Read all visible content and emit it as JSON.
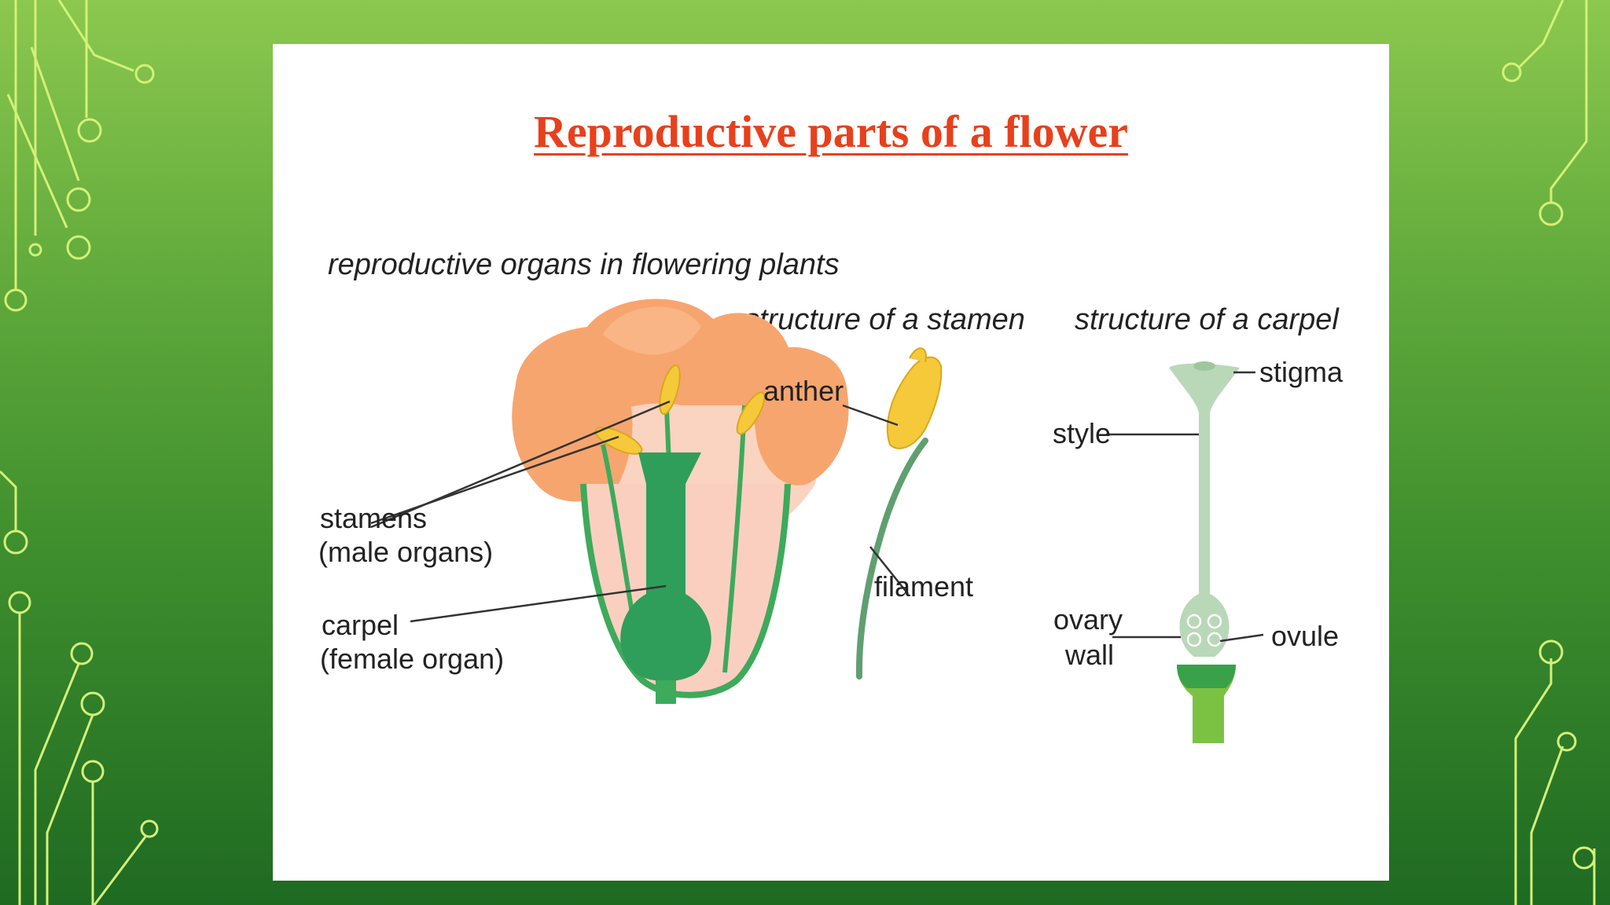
{
  "slide": {
    "title": "Reproductive parts of a flower"
  },
  "diagram": {
    "captions": {
      "main": "reproductive organs in flowering plants",
      "stamen": "structure of a stamen",
      "carpel": "structure of a carpel"
    },
    "labels": {
      "stamens_line1": "stamens",
      "stamens_line2": "(male organs)",
      "carpel_line1": "carpel",
      "carpel_line2": "(female organ)",
      "anther": "anther",
      "filament": "filament",
      "stigma": "stigma",
      "style": "style",
      "ovary_line1": "ovary",
      "ovary_line2": "wall",
      "ovule": "ovule"
    }
  },
  "colors": {
    "title": "#e8401c",
    "petal": "#f7a56f",
    "stamen": "#f5c93a",
    "carpel": "#2e9e5a",
    "carpel_structure": "#b9d8b8"
  }
}
